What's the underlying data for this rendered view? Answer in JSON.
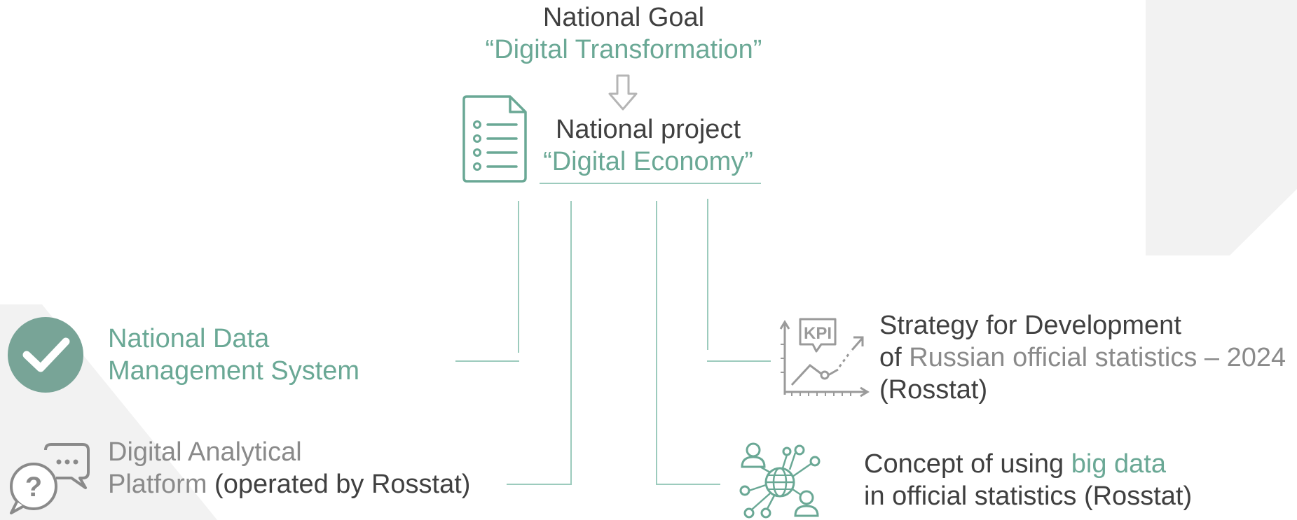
{
  "goal": {
    "label": "National Goal",
    "name": "“Digital Transformation”"
  },
  "project": {
    "label": "National project",
    "name": "“Digital Economy”"
  },
  "items": {
    "ndms": {
      "line1": "National Data",
      "line2": "Management System"
    },
    "dap": {
      "line1": "Digital Analytical",
      "line2_highlight": "Platform",
      "line2_rest": " (operated by Rosstat)"
    },
    "strategy": {
      "line1": "Strategy for Development",
      "line2_prefix": "of ",
      "line2_highlight": "Russian official statistics",
      "line2_suffix": " – 2024",
      "line3": "(Rosstat)"
    },
    "bigdata": {
      "line1_prefix": "Concept of using ",
      "line1_highlight": "big data",
      "line2": "in official statistics (Rosstat)"
    }
  },
  "icons": {
    "document": "document-list-icon",
    "arrow": "arrow-down-icon",
    "check": "check-circle-icon",
    "chat": "question-chat-icon",
    "kpi": "kpi-chart-icon",
    "network": "people-network-icon"
  },
  "colors": {
    "accent": "#6aa895",
    "line": "#9ccbbd",
    "text_dark": "#404040",
    "text_gray": "#8a8a8a",
    "check_bg": "#78a497",
    "bg_shape": "#f2f2f2"
  }
}
